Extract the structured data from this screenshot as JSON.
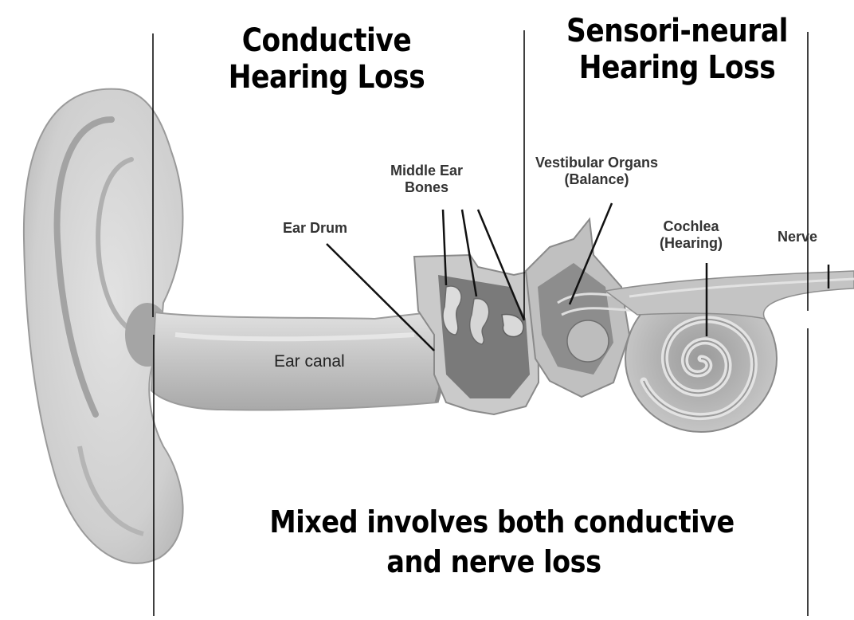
{
  "headings": {
    "conductive": [
      "Conductive",
      "Hearing Loss"
    ],
    "sensorineural": [
      "Sensori-neural",
      "Hearing Loss"
    ]
  },
  "note": [
    "Mixed involves both conductive",
    "and nerve loss"
  ],
  "labels": {
    "ear_drum": "Ear Drum",
    "middle_ear_bones": [
      "Middle Ear",
      "Bones"
    ],
    "vestibular": [
      "Vestibular Organs",
      "(Balance)"
    ],
    "cochlea": [
      "Cochlea",
      "(Hearing)"
    ],
    "nerve": "Nerve",
    "ear_canal": "Ear canal"
  },
  "colors": {
    "ear_fill": "#d2d2d2",
    "ear_shadow": "#a8a8a8",
    "cavity": "#707070",
    "text": "#000000",
    "label_text": "#333333"
  }
}
